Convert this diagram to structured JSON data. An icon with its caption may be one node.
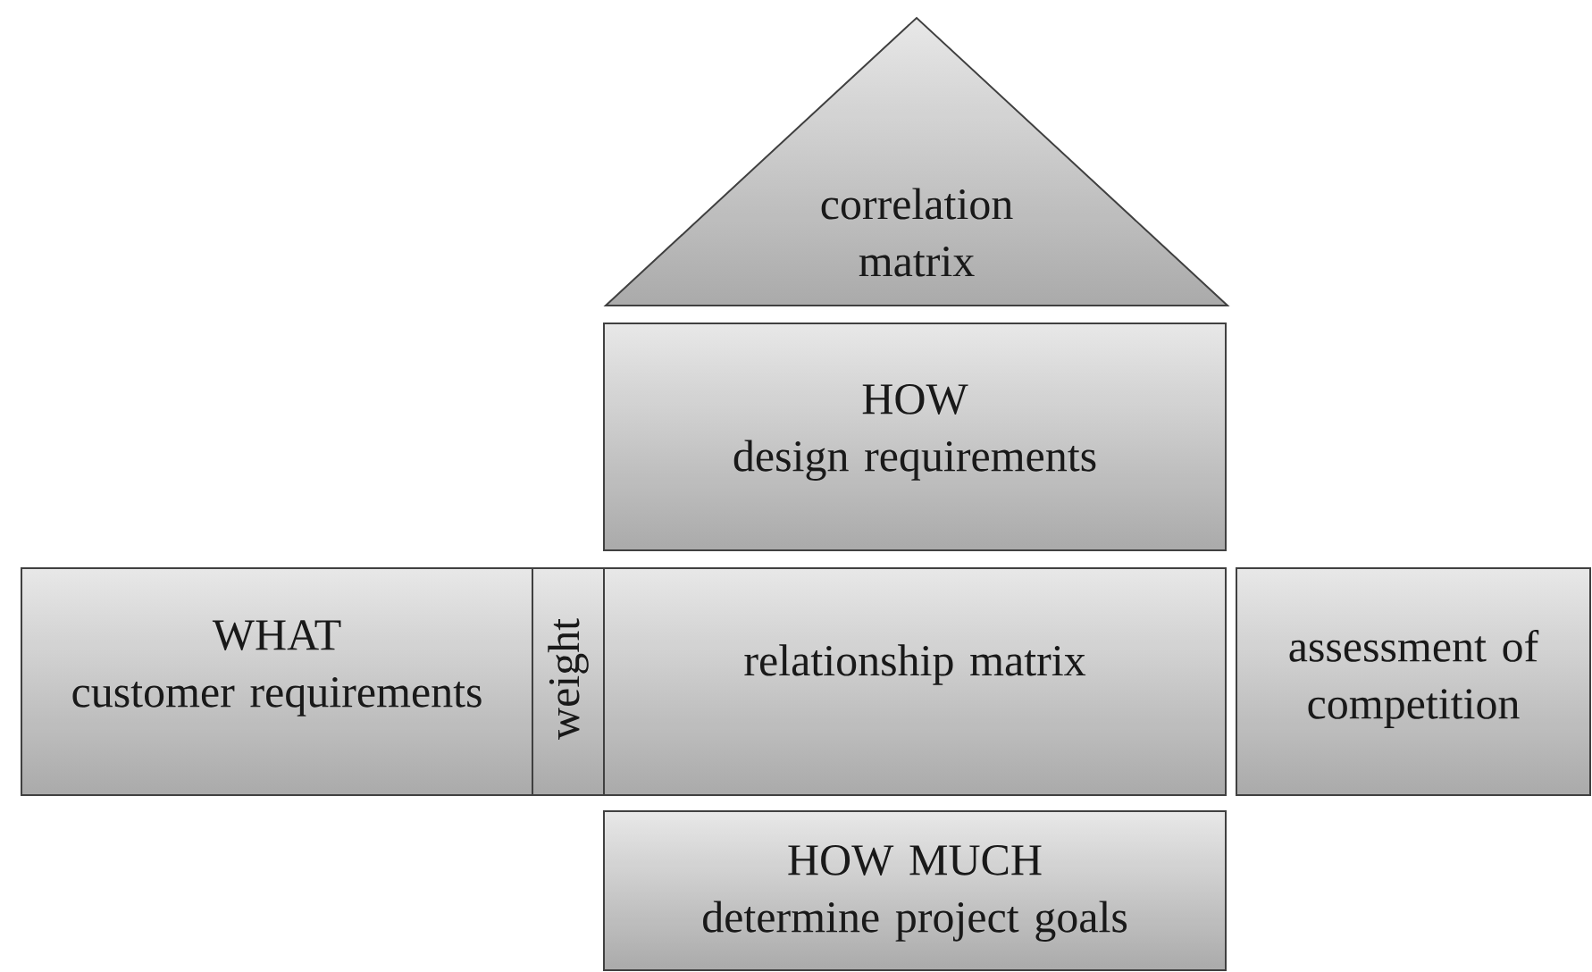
{
  "diagram": {
    "nodes": [
      {
        "text": [
          "correlation matrix"
        ]
      },
      {
        "text": [
          "HOW",
          "design requirements"
        ]
      },
      {
        "text": [
          "WHAT",
          "customer requirements"
        ]
      },
      {
        "text": [
          "weight"
        ]
      },
      {
        "text": [
          "relationship matrix"
        ]
      },
      {
        "text": [
          "assessment of competition"
        ]
      },
      {
        "text": [
          "HOW MUCH",
          "determine project goals"
        ]
      }
    ]
  }
}
